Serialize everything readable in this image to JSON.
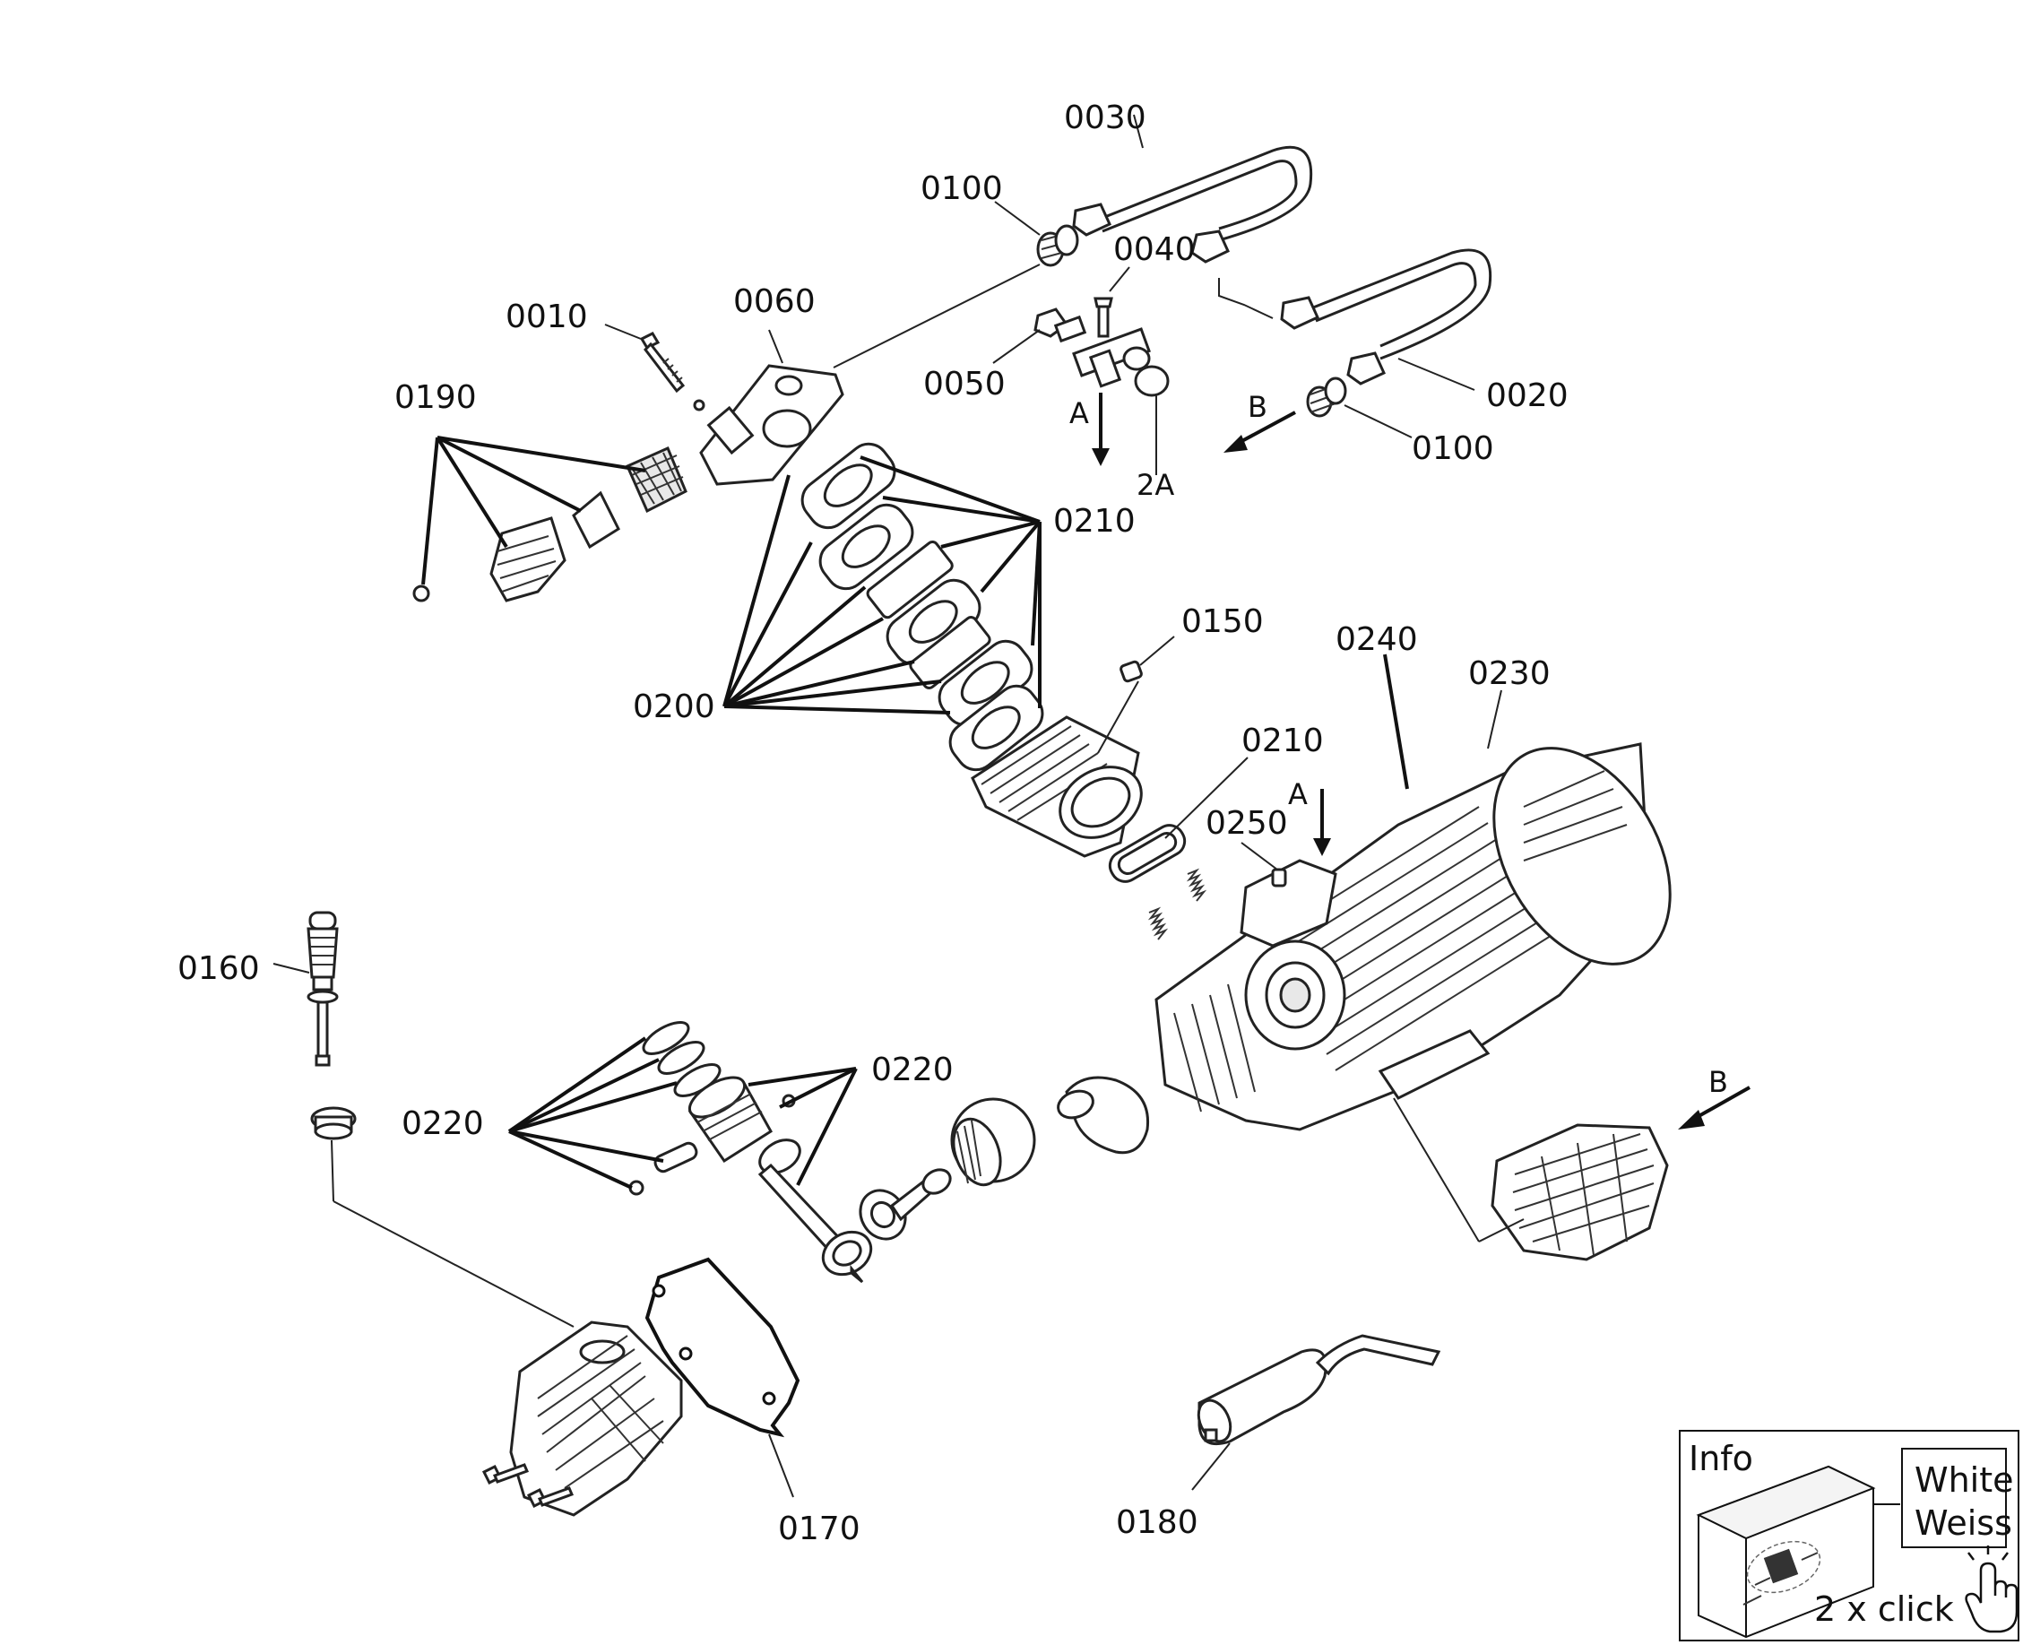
{
  "callouts": {
    "c0010": "0010",
    "c0020": "0020",
    "c0030": "0030",
    "c0040": "0040",
    "c0050": "0050",
    "c0060": "0060",
    "c0100a": "0100",
    "c0100b": "0100",
    "c0150": "0150",
    "c0160": "0160",
    "c0170": "0170",
    "c0180": "0180",
    "c0190": "0190",
    "c0200": "0200",
    "c0210a": "0210",
    "c0210b": "0210",
    "c0220a": "0220",
    "c0220b": "0220",
    "c0230": "0230",
    "c0240": "0240",
    "c0250": "0250",
    "arrowA1": "A",
    "arrowA2": "A",
    "arrow2A": "2A",
    "arrowB1": "B",
    "arrowB2": "B"
  },
  "info_box": {
    "title": "Info",
    "line1": "White",
    "line2": "Weiss",
    "action": "2 x click"
  },
  "icons": {
    "pointer": "hand-pointer-icon"
  }
}
